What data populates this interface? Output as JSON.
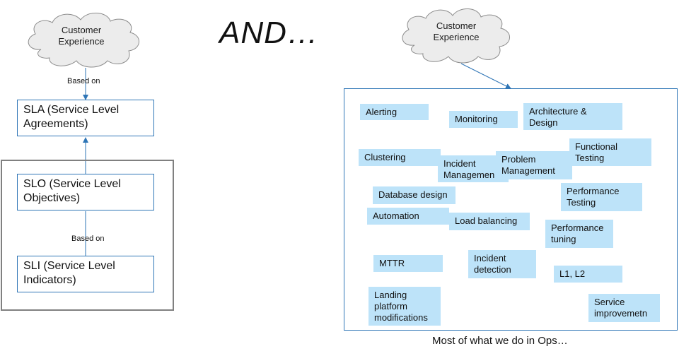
{
  "left": {
    "cloud_text": "Customer\nExperience",
    "based_on_top": "Based on",
    "sla": "SLA (Service Level Agreements)",
    "slo": "SLO (Service Level Objectives)",
    "based_on_bottom": "Based on",
    "sli": "SLI (Service Level Indicators)"
  },
  "center": {
    "and": "AND…"
  },
  "right": {
    "cloud_text": "Customer\nExperience",
    "caption": "Most of what we do in Ops…",
    "items": [
      "Alerting",
      "Monitoring",
      "Architecture & Design",
      "Clustering",
      "Incident Managemen",
      "Problem Management",
      "Functional Testing",
      "Database design",
      "Performance Testing",
      "Automation",
      "Load balancing",
      "Performance tuning",
      "MTTR",
      "Incident detection",
      "L1, L2",
      "Landing platform modifications",
      "Service improvemetn"
    ]
  },
  "colors": {
    "arrow": "#2e75b6",
    "note_fill": "#bde3f9",
    "cloud_fill": "#ececec",
    "group_border": "#808080"
  }
}
